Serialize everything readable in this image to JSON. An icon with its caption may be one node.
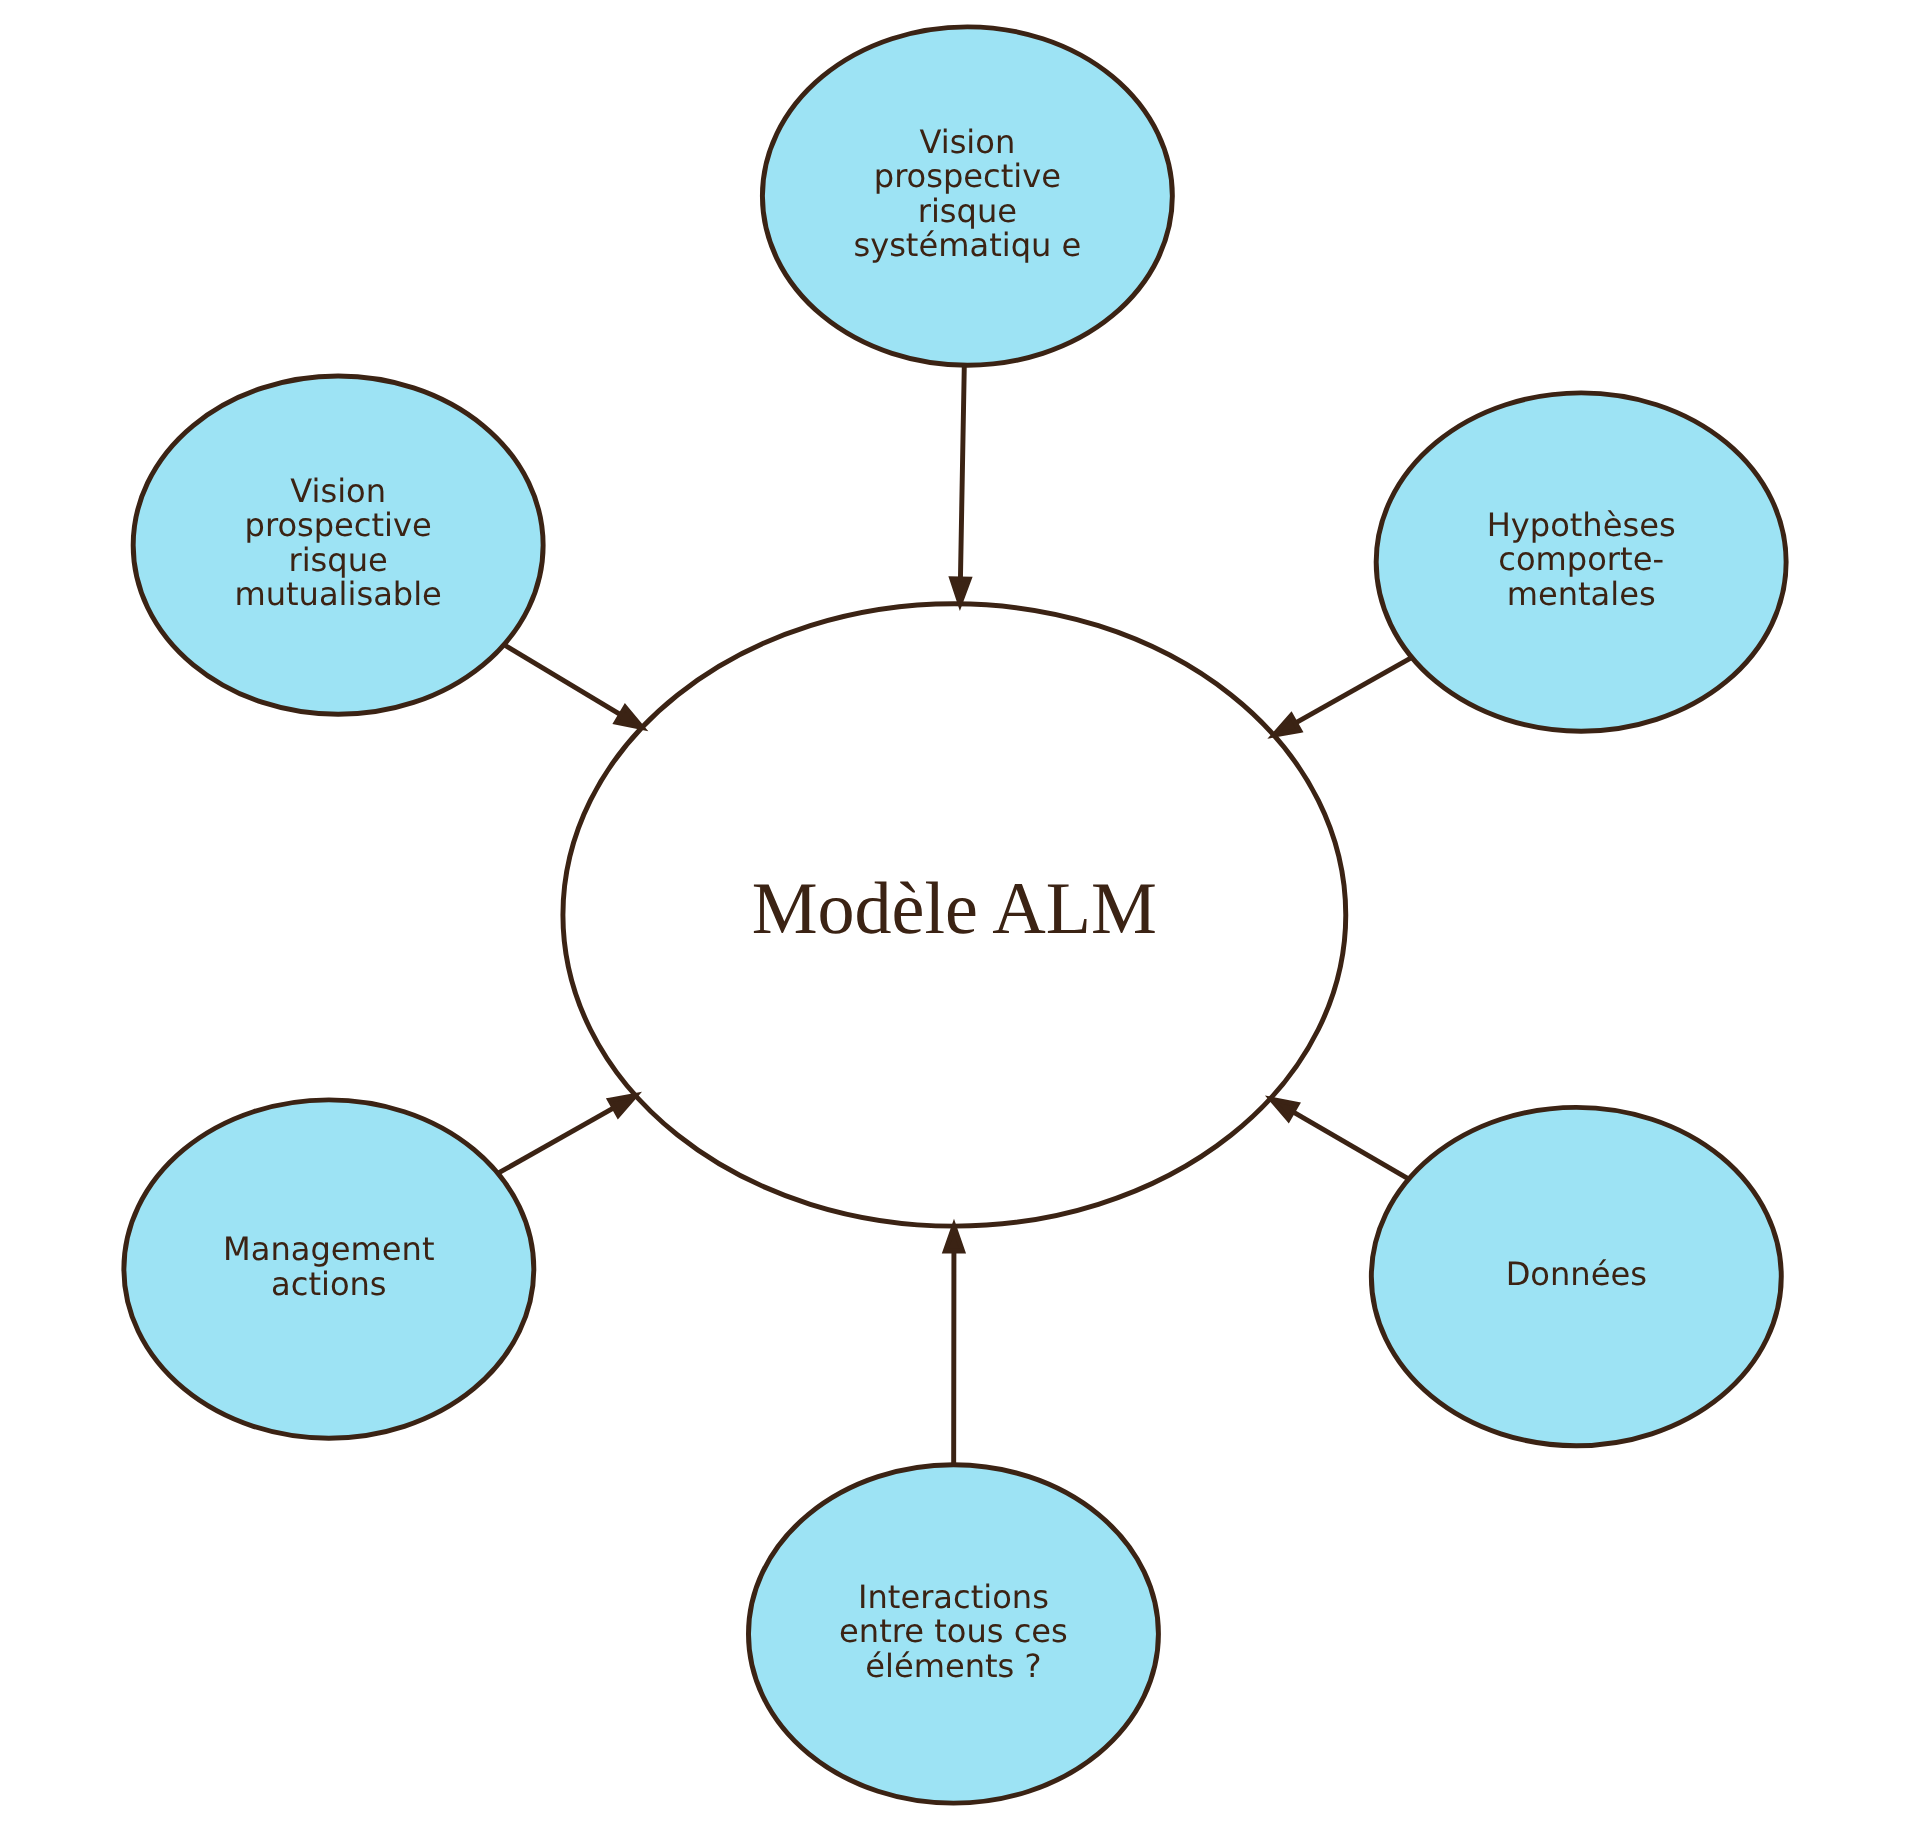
{
  "diagram": {
    "nodes": [
      {
        "text": [
          "Modèle ALM"
        ]
      },
      {
        "text": [
          "Données"
        ]
      },
      {
        "text": [
          "Interactions entre tous ces éléments ?"
        ]
      },
      {
        "text": [
          "Vision prospective risque mutualisable"
        ]
      },
      {
        "text": [
          "Hypothèses comporte- mentales"
        ]
      },
      {
        "text": [
          "Vision prospective risque systématiqu e"
        ]
      },
      {
        "text": [
          "Management actions"
        ]
      }
    ],
    "edges": [
      {
        "from": 1,
        "to": 0,
        "arrow": "to"
      },
      {
        "from": 2,
        "to": 0,
        "arrow": "to"
      },
      {
        "from": 3,
        "to": 0,
        "arrow": "to"
      },
      {
        "from": 4,
        "to": 0,
        "arrow": "to"
      },
      {
        "from": 5,
        "to": 0,
        "arrow": "to"
      },
      {
        "from": 6,
        "to": 0,
        "arrow": "to"
      }
    ]
  }
}
